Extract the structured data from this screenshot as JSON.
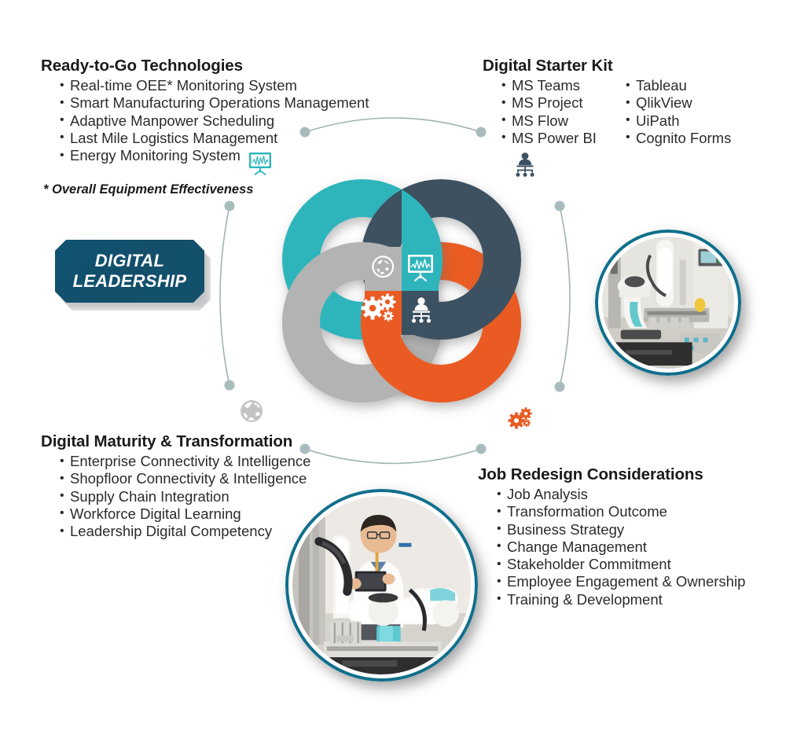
{
  "sections": {
    "ready_to_go": {
      "title": "Ready-to-Go Technologies",
      "items": [
        "Real-time OEE* Monitoring System",
        "Smart Manufacturing Operations Management",
        "Adaptive Manpower Scheduling",
        "Last Mile Logistics Management",
        "Energy Monitoring System"
      ],
      "footnote": "* Overall Equipment Effectiveness"
    },
    "starter_kit": {
      "title": "Digital Starter Kit",
      "items_col1": [
        "MS Teams",
        "MS Project",
        "MS Flow",
        "MS Power BI"
      ],
      "items_col2": [
        "Tableau",
        "QlikView",
        "UiPath",
        "Cognito Forms"
      ]
    },
    "maturity": {
      "title": "Digital Maturity & Transformation",
      "items": [
        "Enterprise Connectivity & Intelligence",
        "Shopfloor Connectivity & Intelligence",
        "Supply Chain Integration",
        "Workforce Digital Learning",
        "Leadership Digital Competency"
      ]
    },
    "job_redesign": {
      "title": "Job Redesign Considerations",
      "items": [
        "Job Analysis",
        "Transformation Outcome",
        "Business Strategy",
        "Change Management",
        "Stakeholder Commitment",
        "Employee Engagement & Ownership",
        "Training & Development"
      ]
    }
  },
  "badge": {
    "line1": "DIGITAL",
    "line2": "LEADERSHIP"
  },
  "rings": [
    {
      "name": "teal-ring",
      "position": "top-left",
      "color": "#2eb5bc"
    },
    {
      "name": "slate-ring",
      "position": "top-right",
      "color": "#3c5161"
    },
    {
      "name": "gray-ring",
      "position": "bottom-left",
      "color": "#b3b3b3"
    },
    {
      "name": "orange-ring",
      "position": "bottom-right",
      "color": "#ea5b23"
    }
  ],
  "center_icons": [
    {
      "name": "globe-icon",
      "quadrant": "top-left",
      "tile_color": "#b3b3b3"
    },
    {
      "name": "chart-board-icon",
      "quadrant": "top-right",
      "tile_color": "#2eb5bc"
    },
    {
      "name": "gears-icon",
      "quadrant": "bottom-left",
      "tile_color": "#ea5b23"
    },
    {
      "name": "org-chart-icon",
      "quadrant": "bottom-right",
      "tile_color": "#3c5161"
    }
  ],
  "satellite_icons": [
    {
      "name": "chart-board-icon",
      "color": "#2eb5bc"
    },
    {
      "name": "org-chart-icon",
      "color": "#3c5161"
    },
    {
      "name": "globe-icon",
      "color": "#bfbfbf"
    },
    {
      "name": "gears-icon",
      "color": "#ea5b23"
    }
  ],
  "photos": [
    {
      "name": "robot-cell-photo",
      "alt": "Industrial robot arm on an automated assembly cell"
    },
    {
      "name": "technician-photo",
      "alt": "Engineer with tablet operating a robot arm"
    }
  ],
  "colors": {
    "teal": "#2eb5bc",
    "slate": "#3c5161",
    "gray": "#b3b3b3",
    "orange": "#ea5b23",
    "badge_blue": "#12506c",
    "connector": "#9fb3b3"
  }
}
